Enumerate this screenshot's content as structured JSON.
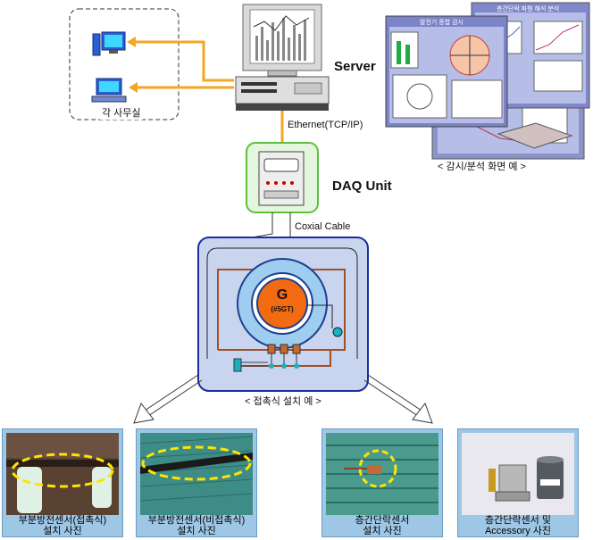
{
  "labels": {
    "server": "Server",
    "ethernet": "Ethernet(TCP/IP)",
    "daq": "DAQ Unit",
    "coax": "Coxial Cable",
    "office": "각 사무실",
    "screen_caption": "< 감시/분석 화면 예 >",
    "generator_letter": "G",
    "generator_id": "(#5GT)",
    "install_caption": "< 접촉식 설치 예 >"
  },
  "monitor_screens": {
    "screen1_title": "발전기 종합 감시",
    "screen2_title": "층간단락 파형 해석 분석"
  },
  "photos": [
    {
      "line1": "부분방전센서(접촉식)",
      "line2": "설치 사진"
    },
    {
      "line1": "부분방전센서(비접촉식)",
      "line2": "설치 사진"
    },
    {
      "line1": "층간단락센서",
      "line2": "설치 사진"
    },
    {
      "line1": "층간단락센서 및",
      "line2": "Accessory 사진"
    }
  ],
  "colors": {
    "arrow_orange": "#f5a623",
    "daq_border": "#5fbf3f",
    "system_box": "#c9d4ef",
    "generator_orange": "#f26b10",
    "ring_blue": "#9ecdf0",
    "cable_brown": "#a0502a",
    "highlight_yellow": "#ffe400"
  }
}
